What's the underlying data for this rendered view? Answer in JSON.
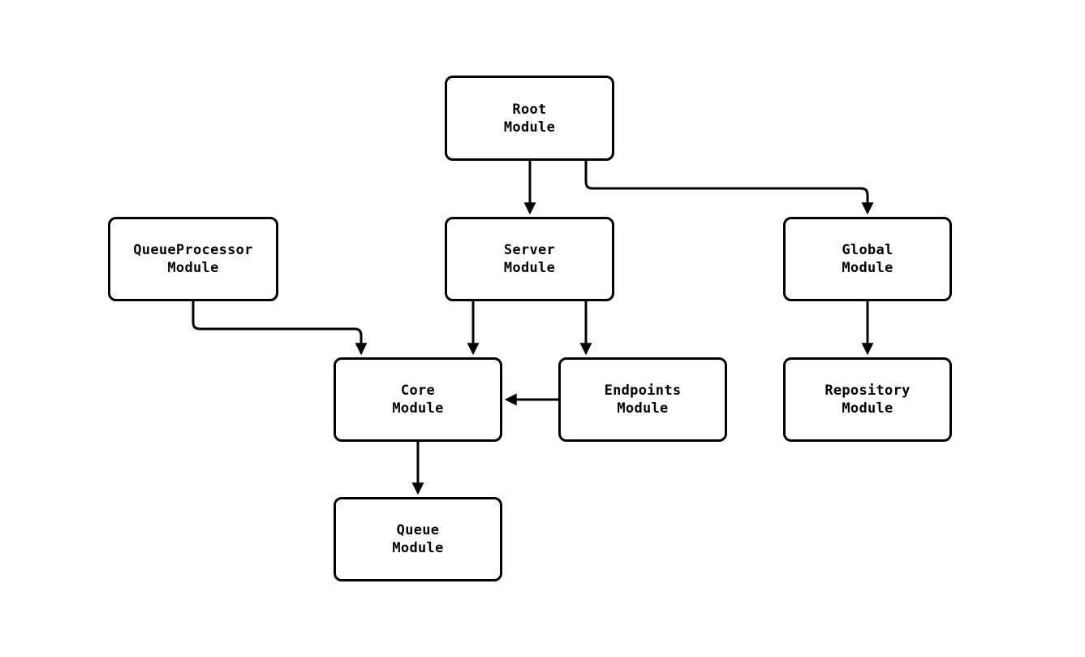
{
  "diagram": {
    "type": "module-dependency-graph",
    "colors": {
      "stroke": "#000000",
      "node_fill": "#ffffff",
      "background": "#ffffff"
    },
    "nodes": {
      "root": {
        "label": "Root\nModule"
      },
      "qproc": {
        "label": "QueueProcessor\nModule"
      },
      "server": {
        "label": "Server\nModule"
      },
      "global": {
        "label": "Global\nModule"
      },
      "core": {
        "label": "Core\nModule"
      },
      "endpoints": {
        "label": "Endpoints\nModule"
      },
      "repository": {
        "label": "Repository\nModule"
      },
      "queue": {
        "label": "Queue\nModule"
      }
    },
    "edges": [
      {
        "from": "Root Module",
        "to": "Server Module"
      },
      {
        "from": "Root Module",
        "to": "Global Module"
      },
      {
        "from": "QueueProcessor Module",
        "to": "Core Module"
      },
      {
        "from": "Server Module",
        "to": "Core Module"
      },
      {
        "from": "Server Module",
        "to": "Endpoints Module"
      },
      {
        "from": "Global Module",
        "to": "Repository Module"
      },
      {
        "from": "Endpoints Module",
        "to": "Core Module"
      },
      {
        "from": "Core Module",
        "to": "Queue Module"
      }
    ]
  }
}
